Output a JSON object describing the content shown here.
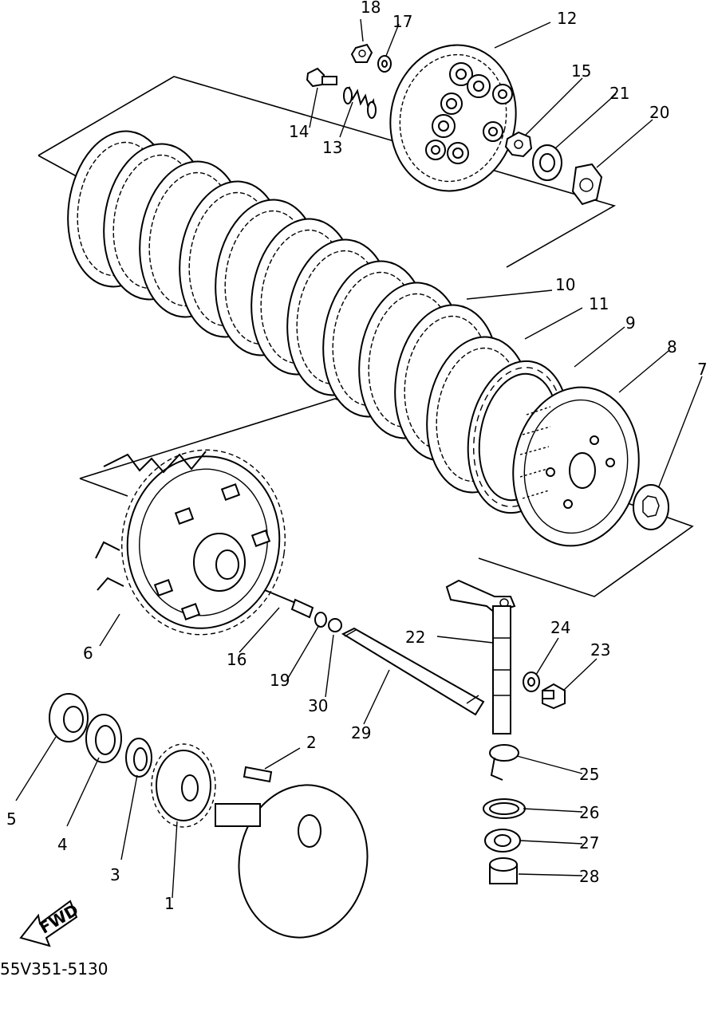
{
  "diagram": {
    "drawing_code": "55V351-5130",
    "fwd_label": "FWD",
    "callouts": [
      "1",
      "2",
      "3",
      "4",
      "5",
      "6",
      "7",
      "8",
      "9",
      "10",
      "11",
      "12",
      "13",
      "14",
      "15",
      "16",
      "17",
      "18",
      "19",
      "20",
      "21",
      "22",
      "23",
      "24",
      "25",
      "26",
      "27",
      "28",
      "29",
      "30"
    ]
  }
}
